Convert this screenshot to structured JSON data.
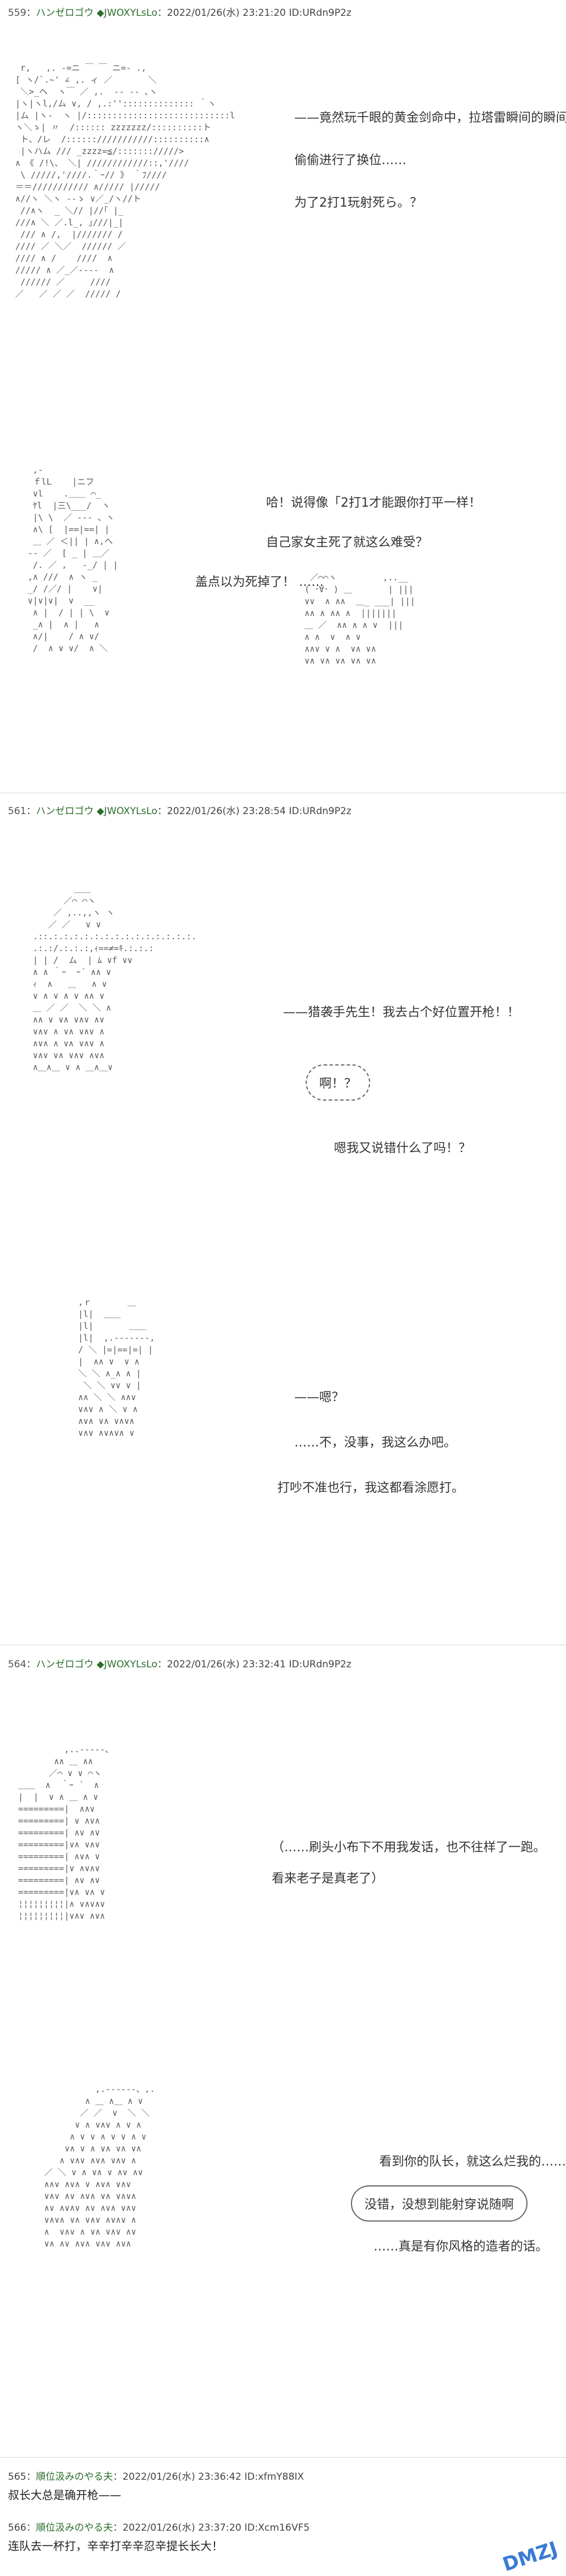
{
  "posts": [
    {
      "number": "559",
      "separator": "：",
      "name": "ハンゼロゴウ ◆JWOXYLsLo",
      "meta": "：2022/01/26(水) 23:21:20 ID:URdn9P2z",
      "lines": [
        "——竟然玩千眼的黄金剑命中，拉塔雷瞬间的瞬间",
        "偷偷进行了换位……",
        "为了2打1玩射死ら。？"
      ]
    },
    {
      "lines": [
        "哈！说得像「2打1才能跟你打平一样！",
        "自己家女主死了就这么难受？",
        "盖点以为死掉了！ ……"
      ]
    },
    {
      "number": "561",
      "separator": "：",
      "name": "ハンゼロゴウ ◆JWOXYLsLo",
      "meta": "：2022/01/26(水) 23:28:54 ID:URdn9P2z",
      "lines": [
        "——猎袭手先生！我去占个好位置开枪！！",
        "啊！？",
        "嗯我又说错什么了吗！？"
      ]
    },
    {
      "lines": [
        "——嗯？",
        "……不，没事，我这么办吧。",
        "打吵不准也行，我这都看涂愿打。"
      ]
    },
    {
      "number": "564",
      "separator": "：",
      "name": "ハンゼロゴウ ◆JWOXYLsLo",
      "meta": "：2022/01/26(水) 23:32:41 ID:URdn9P2z",
      "lines": [
        "（……刷头小布下不用我发话，也不往样了一跑。",
        "看来老子是真老了）"
      ]
    },
    {
      "lines": [
        "看到你的队长，就这么烂我的……",
        "没错，没想到能射穿说随啊",
        "……真是有你风格的造者的话。"
      ]
    }
  ],
  "replies": [
    {
      "number": "565",
      "name": "順位汲みのやる夫",
      "meta": "：2022/01/26(水) 23:36:42 ID:xfmY88IX",
      "body": "叔长大总是确开枪——"
    },
    {
      "number": "566",
      "name": "順位汲みのやる夫",
      "meta": "：2022/01/26(水) 23:37:20 ID:Xcm16VF5",
      "body": "连队去一杯打，辛辛打辛辛忍辛提长长大！"
    }
  ],
  "watermark": "DMZJ"
}
